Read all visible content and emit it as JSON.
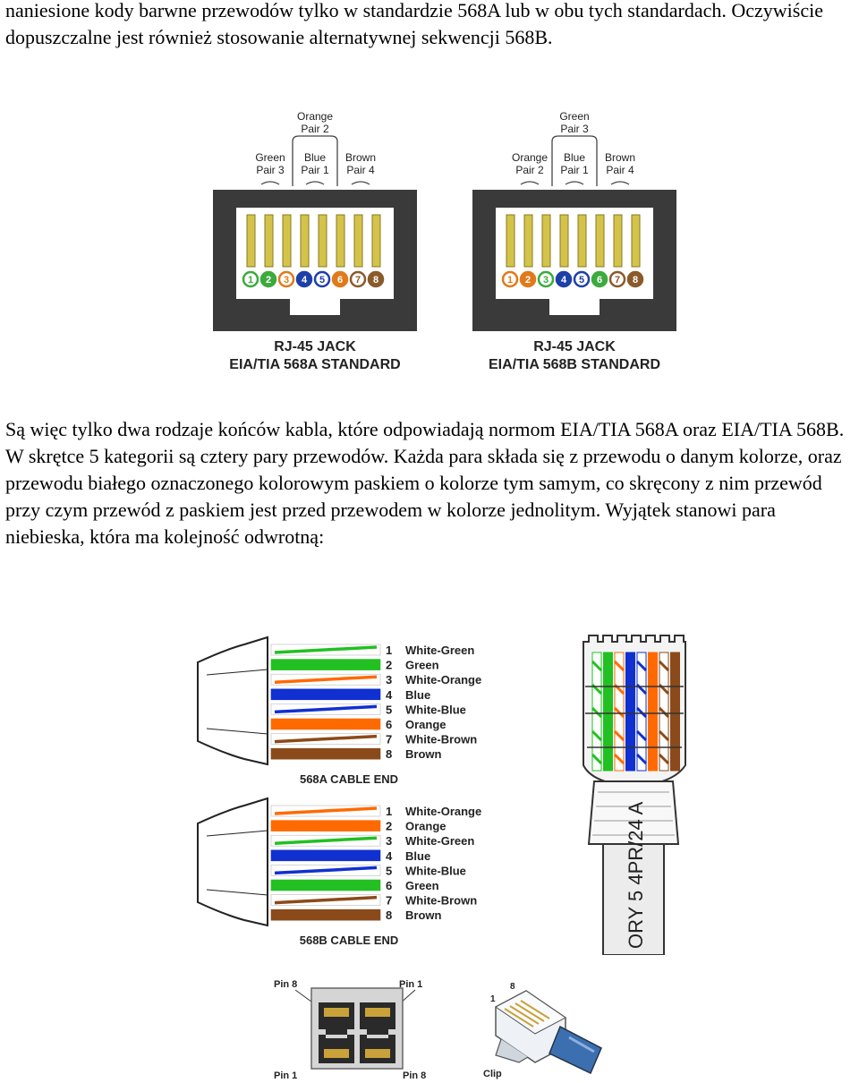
{
  "paragraph_1": "naniesione kody barwne przewodów tylko w standardzie 568A lub w obu tych standardach. Oczywiście dopuszczalne jest również stosowanie alternatywnej sekwencji 568B.",
  "paragraph_2": "Są więc tylko dwa rodzaje końców kabla, które odpowiadają normom EIA/TIA 568A oraz EIA/TIA 568B. W skrętce 5 kategorii są cztery pary przewodów. Każda para składa się z przewodu o danym kolorze, oraz przewodu białego oznaczonego kolorowym paskiem o kolorze tym samym, co skręcony z nim przewód przy czym przewód z paskiem jest przed przewodem w kolorze jednolitym. Wyjątek stanowi para niebieska, która ma kolejność odwrotną:",
  "jack_a": {
    "pair_top": [
      "Orange",
      "Pair 2"
    ],
    "pairs": [
      [
        "Green",
        "Pair 3"
      ],
      [
        "Blue",
        "Pair 1"
      ],
      [
        "Brown",
        "Pair 4"
      ]
    ],
    "title": "RJ-45 JACK",
    "standard": "EIA/TIA 568A STANDARD",
    "pin_colors": [
      "#3caa3c",
      "#3caa3c",
      "#e07a1a",
      "#1f3fa8",
      "#1f3fa8",
      "#e07a1a",
      "#8a5a2b",
      "#8a5a2b"
    ],
    "pin_white": [
      true,
      false,
      true,
      false,
      true,
      false,
      true,
      false
    ]
  },
  "jack_b": {
    "pair_top": [
      "Green",
      "Pair 3"
    ],
    "pairs": [
      [
        "Orange",
        "Pair 2"
      ],
      [
        "Blue",
        "Pair 1"
      ],
      [
        "Brown",
        "Pair 4"
      ]
    ],
    "title": "RJ-45 JACK",
    "standard": "EIA/TIA 568B STANDARD",
    "pin_colors": [
      "#e07a1a",
      "#e07a1a",
      "#3caa3c",
      "#1f3fa8",
      "#1f3fa8",
      "#3caa3c",
      "#8a5a2b",
      "#8a5a2b"
    ],
    "pin_white": [
      true,
      false,
      true,
      false,
      true,
      false,
      true,
      false
    ]
  },
  "pin_numbers": [
    "1",
    "2",
    "3",
    "4",
    "5",
    "6",
    "7",
    "8"
  ],
  "cable_a": {
    "title": "568A CABLE END",
    "wires": [
      {
        "num": "1",
        "label": "White-Green",
        "color": "#22c022",
        "striped": true
      },
      {
        "num": "2",
        "label": "Green",
        "color": "#22c022",
        "striped": false
      },
      {
        "num": "3",
        "label": "White-Orange",
        "color": "#ff6a00",
        "striped": true
      },
      {
        "num": "4",
        "label": "Blue",
        "color": "#1030d0",
        "striped": false
      },
      {
        "num": "5",
        "label": "White-Blue",
        "color": "#1030d0",
        "striped": true
      },
      {
        "num": "6",
        "label": "Orange",
        "color": "#ff6a00",
        "striped": false
      },
      {
        "num": "7",
        "label": "White-Brown",
        "color": "#8b4a1a",
        "striped": true
      },
      {
        "num": "8",
        "label": "Brown",
        "color": "#8b4a1a",
        "striped": false
      }
    ]
  },
  "cable_b": {
    "title": "568B CABLE END",
    "wires": [
      {
        "num": "1",
        "label": "White-Orange",
        "color": "#ff6a00",
        "striped": true
      },
      {
        "num": "2",
        "label": "Orange",
        "color": "#ff6a00",
        "striped": false
      },
      {
        "num": "3",
        "label": "White-Green",
        "color": "#22c022",
        "striped": true
      },
      {
        "num": "4",
        "label": "Blue",
        "color": "#1030d0",
        "striped": false
      },
      {
        "num": "5",
        "label": "White-Blue",
        "color": "#1030d0",
        "striped": true
      },
      {
        "num": "6",
        "label": "Green",
        "color": "#22c022",
        "striped": false
      },
      {
        "num": "7",
        "label": "White-Brown",
        "color": "#8b4a1a",
        "striped": true
      },
      {
        "num": "8",
        "label": "Brown",
        "color": "#8b4a1a",
        "striped": false
      }
    ]
  },
  "cable_print": "ORY 5 4PR/24 A",
  "socket_labels": {
    "pin8": "Pin 8",
    "pin1_top": "Pin 1",
    "pin1_bottom": "Pin 1",
    "pin8_bottom": "Pin 8"
  },
  "plug_labels": {
    "pin_one": "1",
    "pin_eight": "8",
    "clip": "Clip"
  }
}
